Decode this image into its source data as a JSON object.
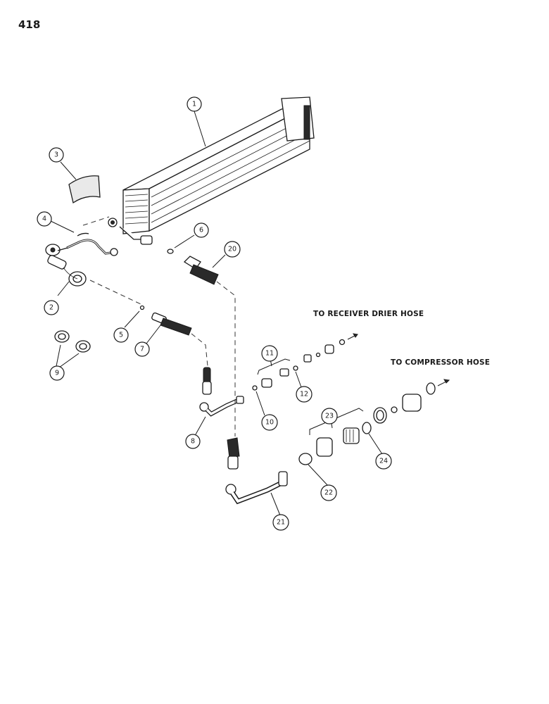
{
  "page_number": "418",
  "destinations": {
    "receiver": "TO RECEIVER DRIER HOSE",
    "compressor": "TO COMPRESSOR HOSE"
  },
  "callouts": [
    "1",
    "2",
    "3",
    "4",
    "5",
    "6",
    "7",
    "8",
    "9",
    "10",
    "11",
    "12",
    "20",
    "21",
    "22",
    "23",
    "24"
  ]
}
